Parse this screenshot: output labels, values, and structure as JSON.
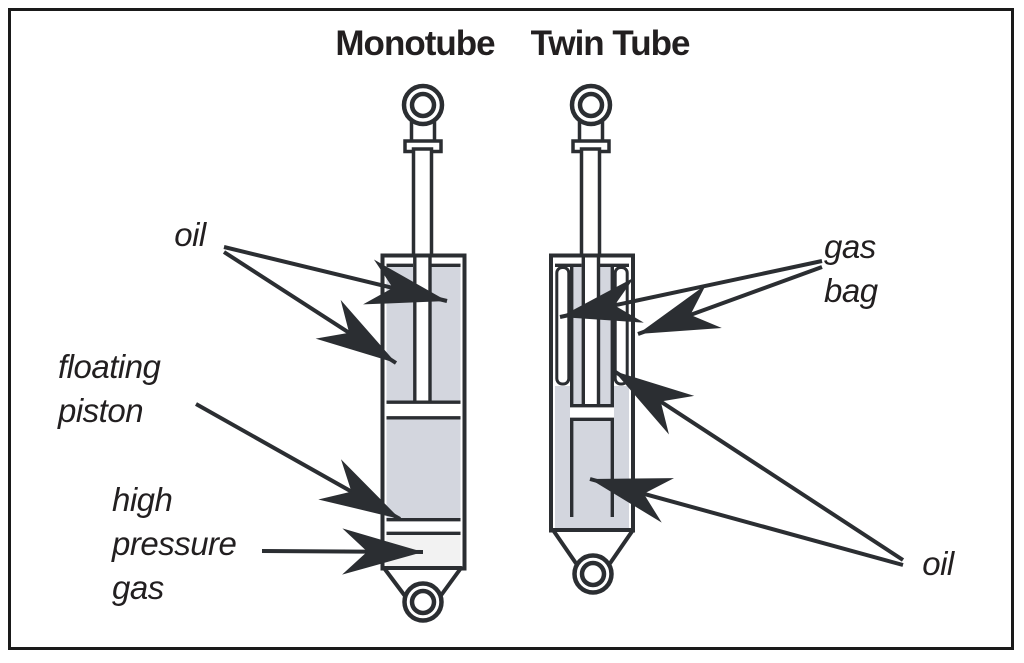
{
  "diagram": {
    "type": "shock-absorber-comparison",
    "titles": {
      "left": "Monotube",
      "right": "Twin Tube"
    },
    "labels": {
      "oil_left": {
        "text": "oil"
      },
      "floating_piston": {
        "line1": "floating",
        "line2": "piston"
      },
      "high_pressure_gas": {
        "line1": "high",
        "line2": "pressure",
        "line3": "gas"
      },
      "gas_bag": {
        "line1": "gas",
        "line2": "bag"
      },
      "oil_right": {
        "text": "oil"
      }
    },
    "colors": {
      "outline": "#2b2e32",
      "oil_fill": "#d3d6de",
      "gas_fill": "#f2f2f2",
      "text": "#221f20",
      "frame": "#1a1a1a",
      "background": "#ffffff"
    }
  }
}
